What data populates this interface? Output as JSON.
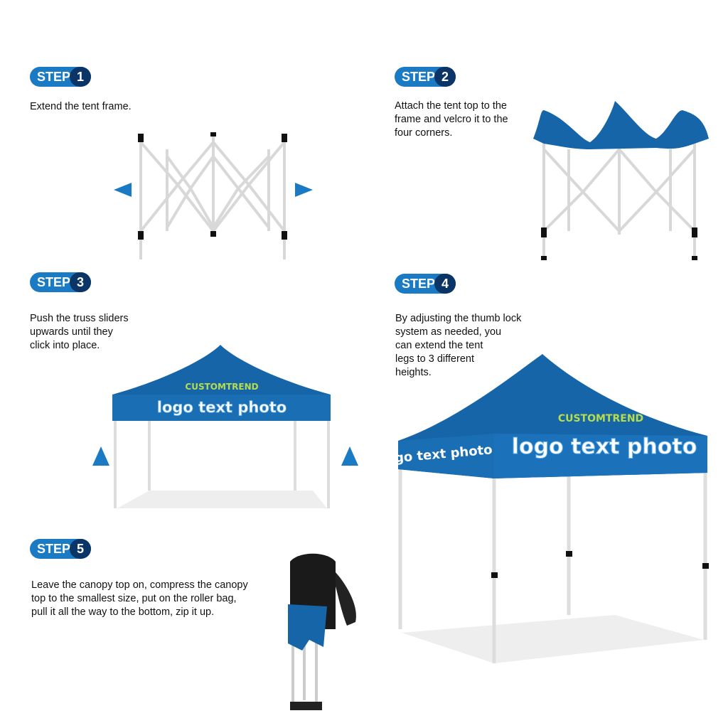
{
  "colors": {
    "badge": "#1b7ac4",
    "badge_number": "#0b3566",
    "canopy": "#1565a8",
    "arrow": "#1b7ac4"
  },
  "steps": [
    {
      "word": "STEP",
      "number": "1",
      "text": "Extend the tent frame."
    },
    {
      "word": "STEP",
      "number": "2",
      "text": "Attach the tent top to the\nframe and velcro it to the\nfour corners."
    },
    {
      "word": "STEP",
      "number": "3",
      "text": "Push the truss sliders\nupwards until they\nclick into place."
    },
    {
      "word": "STEP",
      "number": "4",
      "text": "By adjusting the thumb lock\nsystem as needed, you\ncan extend the tent\nlegs to 3 different\nheights."
    },
    {
      "word": "STEP",
      "number": "5",
      "text": "Leave the canopy top on, compress the canopy\ntop to the smallest size, put on the roller bag,\npull it all the way to the bottom, zip it up."
    }
  ],
  "canopy_print": {
    "brand": "CUSTOMTREND",
    "slogan": "logo text photo"
  },
  "icons": [
    "arrow-left-icon",
    "arrow-right-icon",
    "arrow-up-icon"
  ]
}
